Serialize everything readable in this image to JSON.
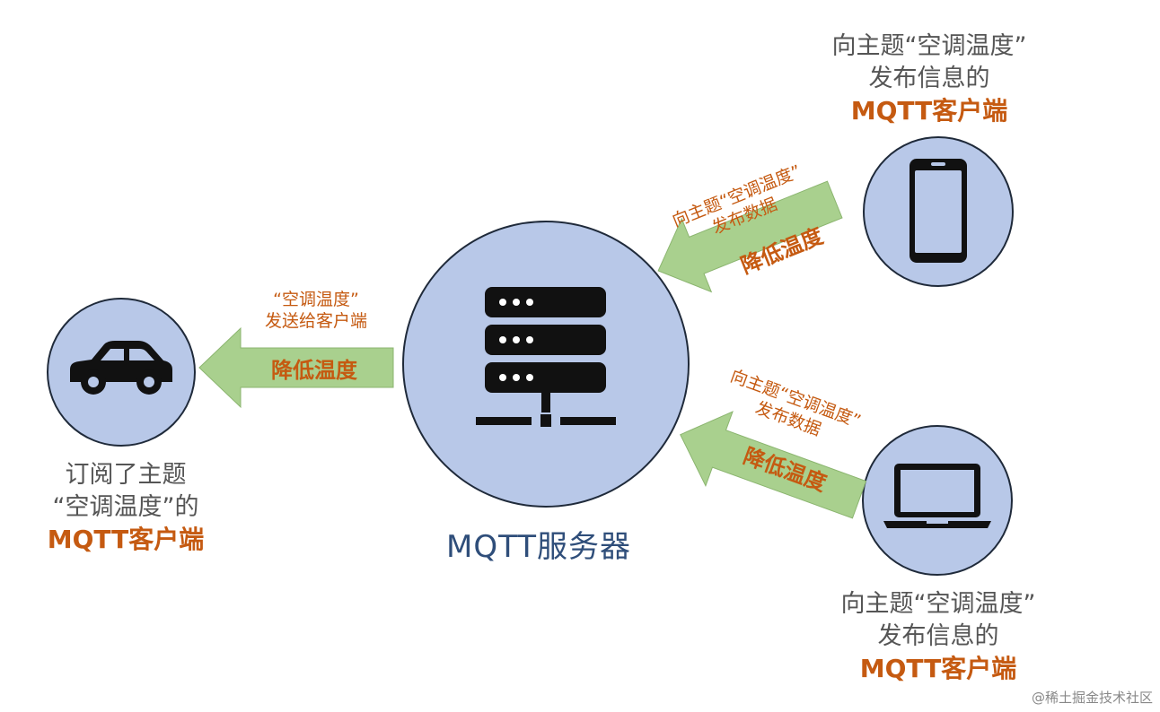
{
  "center": {
    "label": "MQTT服务器"
  },
  "subscriber": {
    "lines": [
      "订阅了主题",
      "“空调温度”的"
    ],
    "bold": "MQTT客户端"
  },
  "publisher_phone": {
    "lines": [
      "向主题“空调温度”",
      "发布信息的"
    ],
    "bold": "MQTT客户端"
  },
  "publisher_laptop": {
    "lines": [
      "向主题“空调温度”",
      "发布信息的"
    ],
    "bold": "MQTT客户端"
  },
  "arrow_to_car": {
    "lines": [
      "“空调温度”",
      "发送给客户端"
    ],
    "main": "降低温度"
  },
  "arrow_from_phone": {
    "lines": [
      "向主题“空调温度”",
      "发布数据"
    ],
    "main": "降低温度"
  },
  "arrow_from_laptop": {
    "lines": [
      "向主题“空调温度”",
      "发布数据"
    ],
    "main": "降低温度"
  },
  "watermark": "@稀土掘金技术社区",
  "colors": {
    "circle_fill": "#b8c8e8",
    "arrow_fill": "#a9d08e",
    "accent_text": "#c55a11",
    "server_label": "#2f4e7a",
    "icon": "#111111"
  },
  "icons": {
    "server": "server-icon",
    "car": "car-icon",
    "phone": "smartphone-icon",
    "laptop": "laptop-icon"
  }
}
